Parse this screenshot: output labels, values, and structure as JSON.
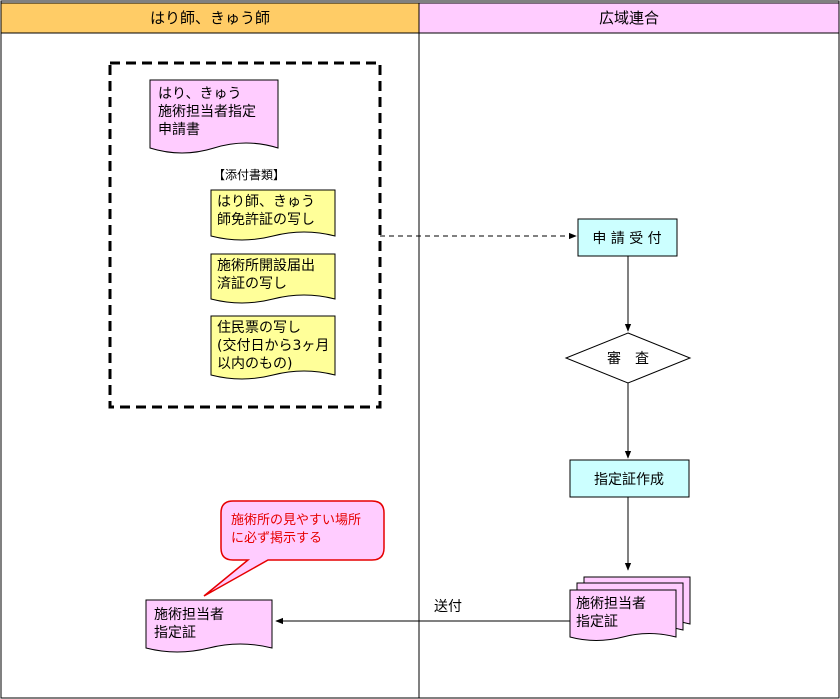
{
  "colors": {
    "header_left": "#ffcc66",
    "header_right": "#ffccff",
    "document_pink": "#ffccff",
    "document_yellow": "#ffff99",
    "process_cyan": "#ccffff",
    "callout_pink": "#ffccff",
    "callout_text": "#e60000",
    "border": "#000000"
  },
  "headers": {
    "left": "はり師、きゅう師",
    "right": "広域連合"
  },
  "application": {
    "lines": [
      "はり、きゅう",
      "施術担当者指定",
      "申請書"
    ]
  },
  "attachments": {
    "label": "【添付書類】",
    "items": [
      {
        "lines": [
          "はり師、きゅう",
          "師免許証の写し"
        ]
      },
      {
        "lines": [
          "施術所開設届出",
          "済証の写し"
        ]
      },
      {
        "lines": [
          "住民票の写し",
          "(交付日から3ヶ月",
          "以内のもの)"
        ]
      }
    ]
  },
  "process": {
    "receive": "申 請 受 付",
    "review": "審　査",
    "create": "指定証作成",
    "issued_doc": [
      "施術担当者",
      "指定証"
    ]
  },
  "send_label": "送付",
  "received_doc": [
    "施術担当者",
    "指定証"
  ],
  "callout": [
    "施術所の見やすい場所",
    "に必ず掲示する"
  ]
}
